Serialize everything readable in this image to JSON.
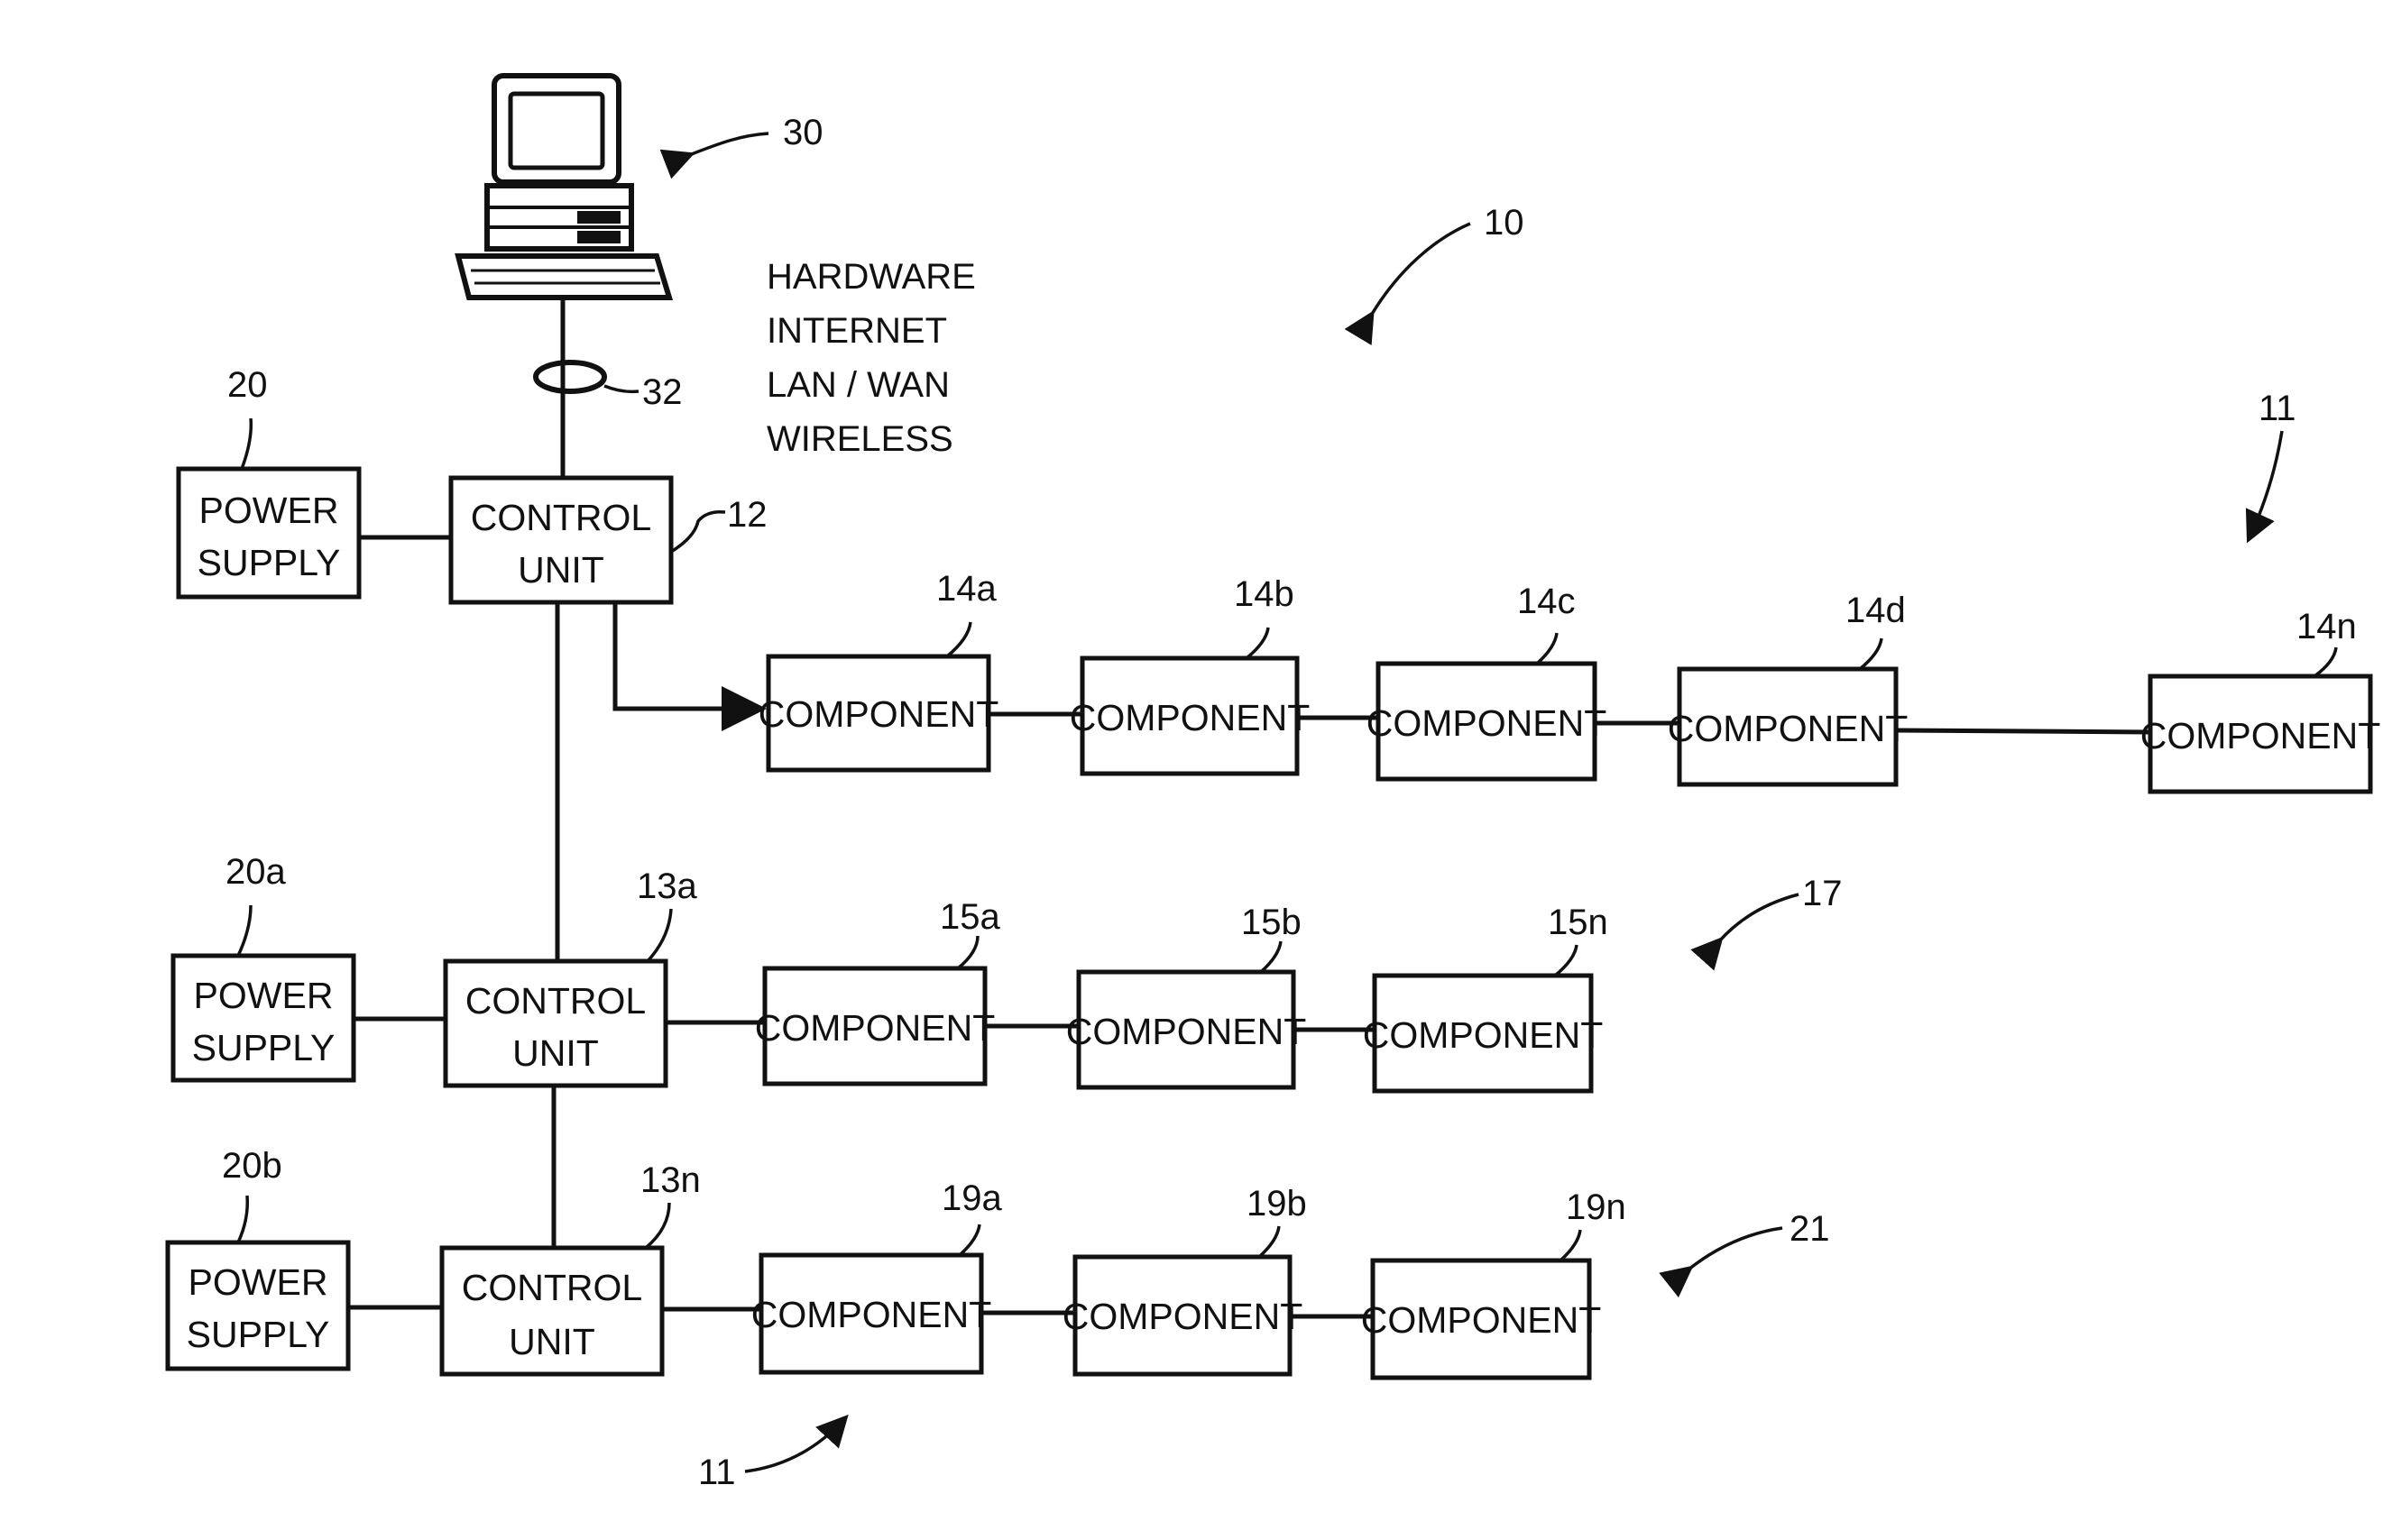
{
  "computer": {
    "ref": "30"
  },
  "system": {
    "ref": "10"
  },
  "cable": {
    "ref": "32"
  },
  "media_options": [
    "HARDWARE",
    "INTERNET",
    "LAN / WAN",
    "WIRELESS"
  ],
  "power_supplies": [
    {
      "ref": "20",
      "line1": "POWER",
      "line2": "SUPPLY"
    },
    {
      "ref": "20a",
      "line1": "POWER",
      "line2": "SUPPLY"
    },
    {
      "ref": "20b",
      "line1": "POWER",
      "line2": "SUPPLY"
    }
  ],
  "control_units": [
    {
      "ref": "12",
      "line1": "CONTROL",
      "line2": "UNIT"
    },
    {
      "ref": "13a",
      "line1": "CONTROL",
      "line2": "UNIT"
    },
    {
      "ref": "13n",
      "line1": "CONTROL",
      "line2": "UNIT"
    }
  ],
  "chains": [
    {
      "ref": "11",
      "components": [
        {
          "ref": "14a",
          "label": "COMPONENT"
        },
        {
          "ref": "14b",
          "label": "COMPONENT"
        },
        {
          "ref": "14c",
          "label": "COMPONENT"
        },
        {
          "ref": "14d",
          "label": "COMPONENT"
        },
        {
          "ref": "14n",
          "label": "COMPONENT"
        }
      ]
    },
    {
      "ref": "17",
      "components": [
        {
          "ref": "15a",
          "label": "COMPONENT"
        },
        {
          "ref": "15b",
          "label": "COMPONENT"
        },
        {
          "ref": "15n",
          "label": "COMPONENT"
        }
      ]
    },
    {
      "ref": "21",
      "components": [
        {
          "ref": "19a",
          "label": "COMPONENT"
        },
        {
          "ref": "19b",
          "label": "COMPONENT"
        },
        {
          "ref": "19n",
          "label": "COMPONENT"
        }
      ]
    }
  ],
  "bottom_pointer": {
    "ref": "11"
  }
}
